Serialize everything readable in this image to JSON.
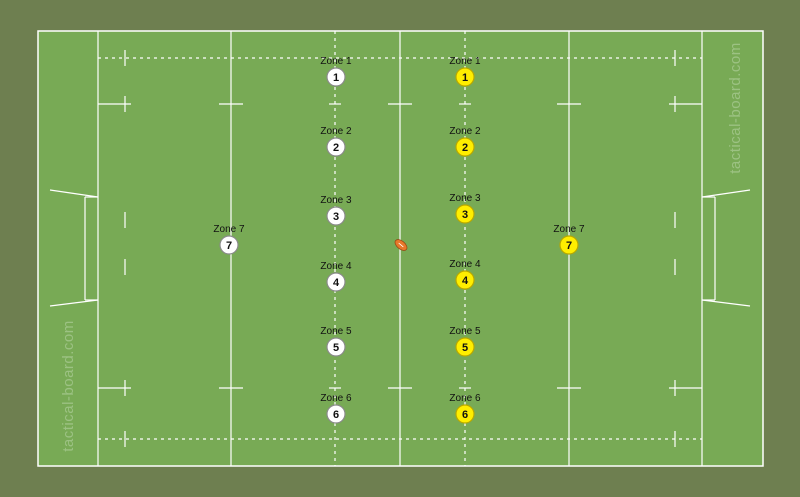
{
  "colors": {
    "background": "#6e7f50",
    "pitch": "#78aa55",
    "line": "#ffffff",
    "team_white": "#ffffff",
    "team_yellow": "#ffee00",
    "ball": "#e8782a",
    "watermark": "#9cc283"
  },
  "watermark": "tactical-board.com",
  "ball_icon": "rugby-ball-icon",
  "players": [
    {
      "id": "w1",
      "team": "white",
      "number": "1",
      "label": "Zone 1"
    },
    {
      "id": "w2",
      "team": "white",
      "number": "2",
      "label": "Zone 2"
    },
    {
      "id": "w3",
      "team": "white",
      "number": "3",
      "label": "Zone 3"
    },
    {
      "id": "w4",
      "team": "white",
      "number": "4",
      "label": "Zone 4"
    },
    {
      "id": "w5",
      "team": "white",
      "number": "5",
      "label": "Zone 5"
    },
    {
      "id": "w6",
      "team": "white",
      "number": "6",
      "label": "Zone 6"
    },
    {
      "id": "w7",
      "team": "white",
      "number": "7",
      "label": "Zone 7"
    },
    {
      "id": "y1",
      "team": "yellow",
      "number": "1",
      "label": "Zone 1"
    },
    {
      "id": "y2",
      "team": "yellow",
      "number": "2",
      "label": "Zone 2"
    },
    {
      "id": "y3",
      "team": "yellow",
      "number": "3",
      "label": "Zone 3"
    },
    {
      "id": "y4",
      "team": "yellow",
      "number": "4",
      "label": "Zone 4"
    },
    {
      "id": "y5",
      "team": "yellow",
      "number": "5",
      "label": "Zone 5"
    },
    {
      "id": "y6",
      "team": "yellow",
      "number": "6",
      "label": "Zone 6"
    },
    {
      "id": "y7",
      "team": "yellow",
      "number": "7",
      "label": "Zone 7"
    }
  ]
}
